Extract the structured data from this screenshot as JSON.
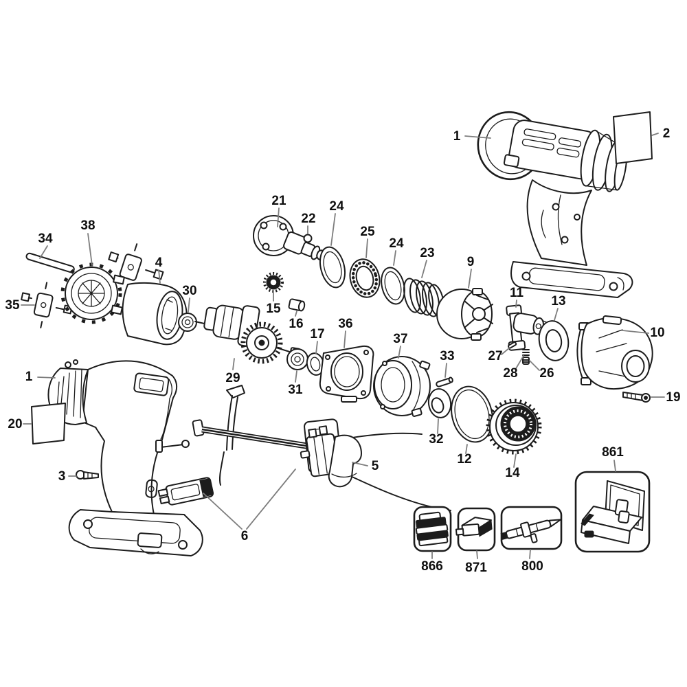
{
  "diagram": {
    "kind": "exploded-parts-diagram",
    "subject": "cordless-drill",
    "background_color": "#ffffff",
    "ink_color": "#1c1c1c",
    "leader_color": "#7d7d7d",
    "label_color": "#0f0f0f"
  },
  "callouts": {
    "c1_top": "1",
    "c2": "2",
    "c3": "3",
    "c4": "4",
    "c5": "5",
    "c6": "6",
    "c9": "9",
    "c10": "10",
    "c11": "11",
    "c12": "12",
    "c13": "13",
    "c14": "14",
    "c15": "15",
    "c16": "16",
    "c17": "17",
    "c19": "19",
    "c20": "20",
    "c21": "21",
    "c22": "22",
    "c23": "23",
    "c24_left": "24",
    "c24_right": "24",
    "c25": "25",
    "c26": "26",
    "c27": "27",
    "c28": "28",
    "c29": "29",
    "c30": "30",
    "c31": "31",
    "c32": "32",
    "c33": "33",
    "c34": "34",
    "c35": "35",
    "c36": "36",
    "c37": "37",
    "c38": "38",
    "c1_bottom": "1",
    "c800": "800",
    "c861": "861",
    "c866": "866",
    "c871": "871"
  }
}
